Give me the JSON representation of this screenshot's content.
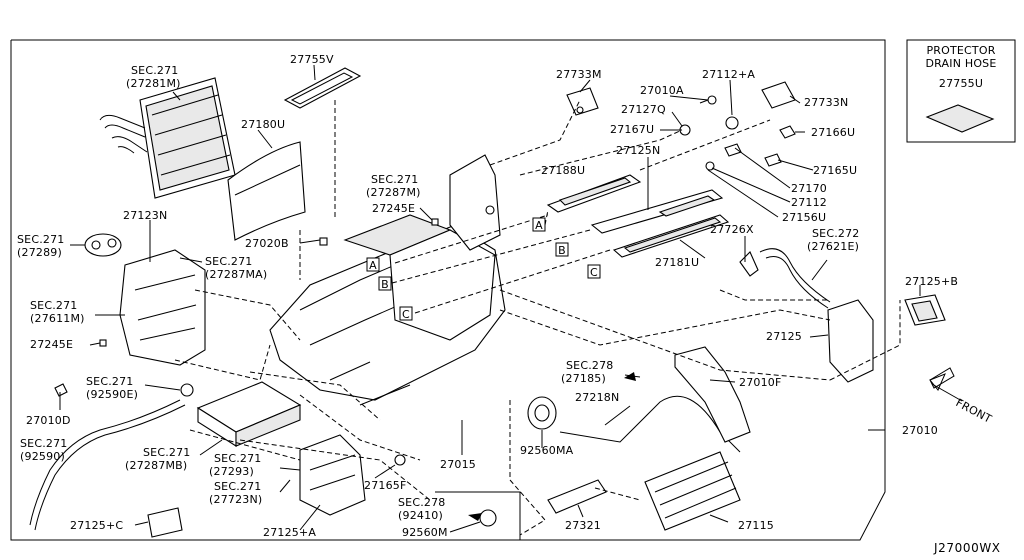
{
  "diagram": {
    "code": "J27000WX",
    "inset": {
      "title_line1": "PROTECTOR",
      "title_line2": "DRAIN HOSE",
      "part": "27755U"
    },
    "markers": {
      "A": "A",
      "B": "B",
      "C": "C"
    },
    "front": "FRONT",
    "labels": {
      "sec271_27281m_a": "SEC.271",
      "sec271_27281m_b": "(27281M)",
      "p27755v": "27755V",
      "p27180u": "27180U",
      "p27733m": "27733M",
      "p27010a": "27010A",
      "p27112a": "27112+A",
      "p27127q": "27127Q",
      "p27733n": "27733N",
      "p27167u": "27167U",
      "p27166u": "27166U",
      "p27125n": "27125N",
      "sec271_27287m_a": "SEC.271",
      "sec271_27287m_b": "(27287M)",
      "p27188u": "27188U",
      "p27165u": "27165U",
      "p27170": "27170",
      "p27245e_top": "27245E",
      "p27112": "27112",
      "p27156u": "27156U",
      "p27123n": "27123N",
      "sec271_27289_a": "SEC.271",
      "sec271_27289_b": "(27289)",
      "p27020b": "27020B",
      "sec271_27287ma_a": "SEC.271",
      "sec271_27287ma_b": "(27287MA)",
      "p27726x": "27726X",
      "sec272_a": "SEC.272",
      "sec272_b": "(27621E)",
      "p27181u": "27181U",
      "p27125b": "27125+B",
      "sec271_27611m_a": "SEC.271",
      "sec271_27611m_b": "(27611M)",
      "p27125": "27125",
      "p27245e_left": "27245E",
      "sec278_27185_a": "SEC.278",
      "sec278_27185_b": "(27185)",
      "sec271_92590e_a": "SEC.271",
      "sec271_92590e_b": "(92590E)",
      "p27010f": "27010F",
      "p27010d": "27010D",
      "p27218n": "27218N",
      "sec271_92590_a": "SEC.271",
      "sec271_92590_b": "(92590)",
      "sec271_27287mb_a": "SEC.271",
      "sec271_27287mb_b": "(27287MB)",
      "sec271_27293_a": "SEC.271",
      "sec271_27293_b": "(27293)",
      "p92560ma": "92560MA",
      "p27010": "27010",
      "p27015": "27015",
      "p27165f": "27165F",
      "sec271_27723n_a": "SEC.271",
      "sec271_27723n_b": "(27723N)",
      "sec278_92410_a": "SEC.278",
      "sec278_92410_b": "(92410)",
      "p27125c": "27125+C",
      "p27125a": "27125+A",
      "p92560m": "92560M",
      "p27321": "27321",
      "p27115": "27115"
    }
  }
}
